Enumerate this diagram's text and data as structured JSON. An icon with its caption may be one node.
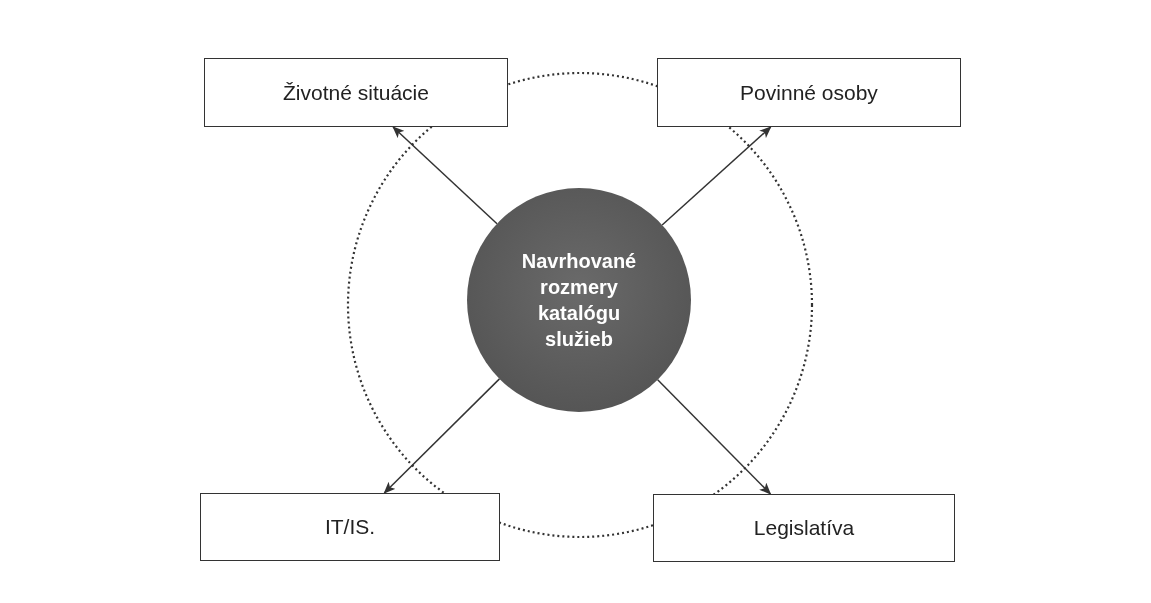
{
  "diagram": {
    "nodes": [
      {
        "text": [
          "Životné situácie"
        ]
      },
      {
        "text": [
          "Povinné osoby"
        ]
      },
      {
        "text": [
          "Navrhované rozmery katalógu služieb"
        ]
      },
      {
        "text": [
          "IT/IS."
        ]
      },
      {
        "text": [
          "Legislatíva"
        ]
      }
    ],
    "edges": [
      {
        "from": 2,
        "to": 0,
        "arrow": "to"
      },
      {
        "from": 2,
        "to": 1,
        "arrow": "to"
      },
      {
        "from": 2,
        "to": 3,
        "arrow": "to"
      },
      {
        "from": 2,
        "to": 4,
        "arrow": "to"
      }
    ]
  }
}
